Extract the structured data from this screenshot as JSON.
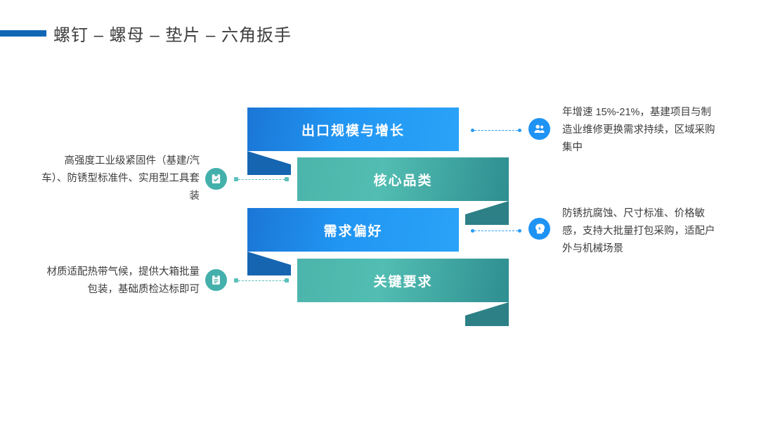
{
  "slide": {
    "title": "螺钉 – 螺母 – 垫片 – 六角扳手",
    "accent_color": "#1068b4",
    "background": "#ffffff"
  },
  "diagram": {
    "type": "ribbon-list",
    "banners": [
      {
        "label": "出口规模与增长",
        "style": "blue",
        "color": "#2196f3",
        "tail_color": "#1565b0",
        "tail_side": "left"
      },
      {
        "label": "核心品类",
        "style": "teal",
        "color": "#4cb5ab",
        "tail_color": "#2c8086",
        "tail_side": "right"
      },
      {
        "label": "需求偏好",
        "style": "blue",
        "color": "#2196f3",
        "tail_color": "#1565b0",
        "tail_side": "left"
      },
      {
        "label": "关键要求",
        "style": "teal",
        "color": "#4cb5ab",
        "tail_color": "#2c8086",
        "tail_side": "right"
      }
    ],
    "notes": [
      {
        "side": "right",
        "text": "年增速 15%-21%，基建项目与制造业维修更换需求持续，区域采购集中",
        "icon": "users-icon",
        "icon_color": "#1f93f4",
        "connector_color": "#2a9bf6"
      },
      {
        "side": "left",
        "text": "高强度工业级紧固件（基建/汽车）、防锈型标准件、实用型工具套装",
        "icon": "clipboard-check-icon",
        "icon_color": "#44b0ab",
        "connector_color": "#5cc0bb"
      },
      {
        "side": "right",
        "text": "防锈抗腐蚀、尺寸标准、价格敏感，支持大批量打包采购，适配户外与机械场景",
        "icon": "head-idea-icon",
        "icon_color": "#1f93f4",
        "connector_color": "#2a9bf6"
      },
      {
        "side": "left",
        "text": "材质适配热带气候，提供大箱批量包装，基础质检达标即可",
        "icon": "clipboard-lines-icon",
        "icon_color": "#44b0ab",
        "connector_color": "#5cc0bb"
      }
    ]
  }
}
